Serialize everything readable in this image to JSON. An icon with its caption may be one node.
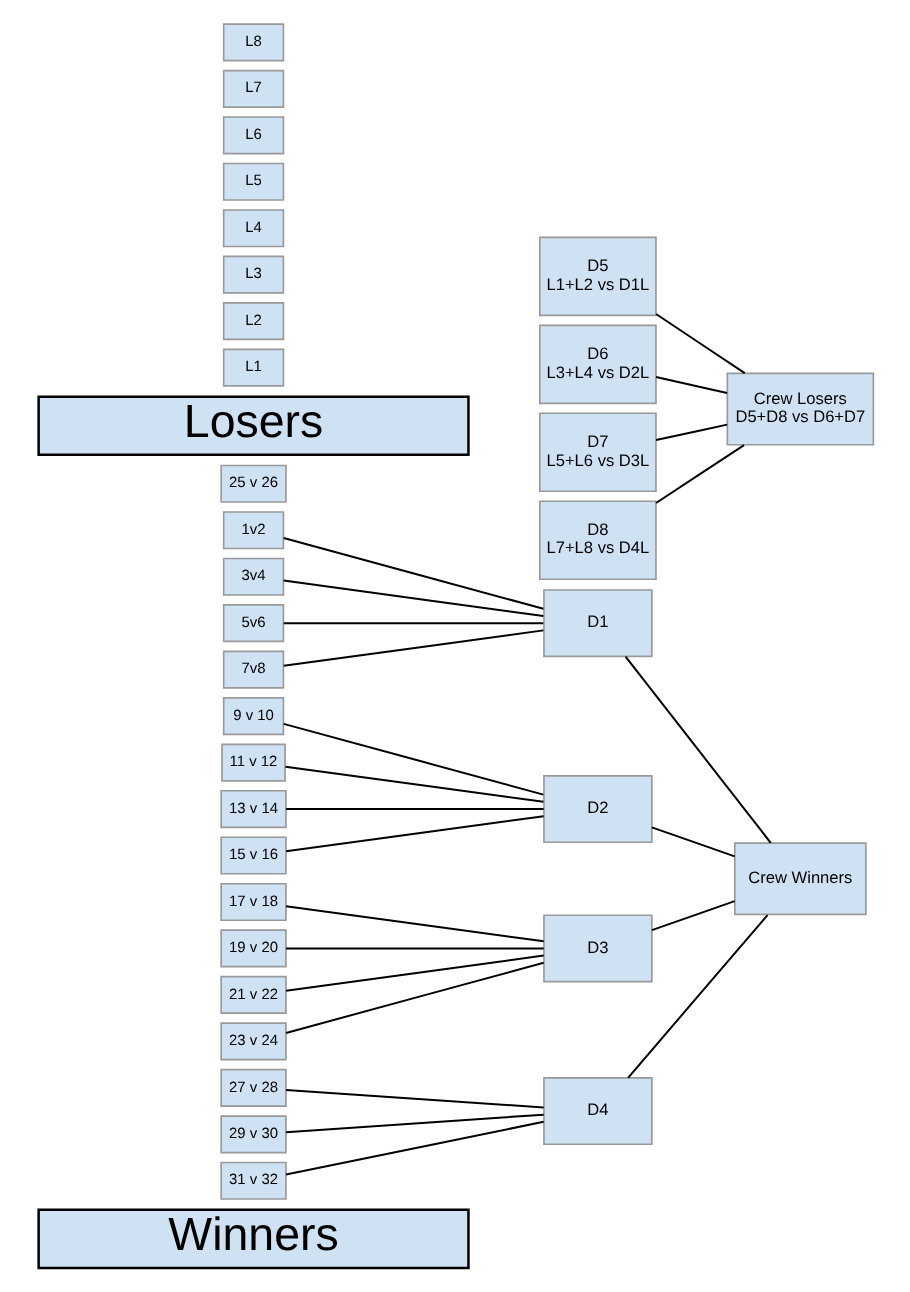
{
  "diagram": {
    "nodes": [
      {
        "text": [
          "Winners"
        ]
      },
      {
        "text": [
          "1v2"
        ]
      },
      {
        "text": [
          "3v4"
        ]
      },
      {
        "text": [
          "5v6"
        ]
      },
      {
        "text": [
          "7v8"
        ]
      },
      {
        "text": [
          "9 v 10"
        ]
      },
      {
        "text": [
          "11 v 12"
        ]
      },
      {
        "text": [
          "13 v 14"
        ]
      },
      {
        "text": [
          "15 v 16"
        ]
      },
      {
        "text": [
          "17 v 18"
        ]
      },
      {
        "text": [
          "19 v 20"
        ]
      },
      {
        "text": [
          "21 v 22"
        ]
      },
      {
        "text": [
          "23 v 24"
        ]
      },
      {
        "text": [
          "25 v 26"
        ]
      },
      {
        "text": [
          "27 v 28"
        ]
      },
      {
        "text": [
          "29 v 30"
        ]
      },
      {
        "text": [
          "31 v 32"
        ]
      },
      {
        "text": [
          "D1"
        ]
      },
      {
        "text": [
          "D2"
        ]
      },
      {
        "text": [
          "D3"
        ]
      },
      {
        "text": [
          "D4"
        ]
      },
      {
        "text": [
          "Crew Winners"
        ]
      },
      {
        "text": [
          "Losers"
        ]
      },
      {
        "text": [
          "L1"
        ]
      },
      {
        "text": [
          "L2"
        ]
      },
      {
        "text": [
          "L3"
        ]
      },
      {
        "text": [
          "L4"
        ]
      },
      {
        "text": [
          "L5"
        ]
      },
      {
        "text": [
          "L6"
        ]
      },
      {
        "text": [
          "L7"
        ]
      },
      {
        "text": [
          "L8"
        ]
      },
      {
        "text": [
          "D5",
          "L1+L2 vs D1L"
        ]
      },
      {
        "text": [
          "D6",
          "L3+L4 vs D2L"
        ]
      },
      {
        "text": [
          "D7",
          "L5+L6 vs D3L"
        ]
      },
      {
        "text": [
          "D8",
          "L7+L8 vs D4L"
        ]
      },
      {
        "text": [
          "Crew Losers",
          "D5+D8 vs D6+D7"
        ]
      }
    ],
    "edges": [
      {
        "from": 1,
        "to": 17,
        "arrow": "none"
      },
      {
        "from": 2,
        "to": 17,
        "arrow": "none"
      },
      {
        "from": 3,
        "to": 17,
        "arrow": "none"
      },
      {
        "from": 4,
        "to": 17,
        "arrow": "none"
      },
      {
        "from": 5,
        "to": 18,
        "arrow": "none"
      },
      {
        "from": 6,
        "to": 18,
        "arrow": "none"
      },
      {
        "from": 7,
        "to": 18,
        "arrow": "none"
      },
      {
        "from": 8,
        "to": 18,
        "arrow": "none"
      },
      {
        "from": 9,
        "to": 19,
        "arrow": "none"
      },
      {
        "from": 10,
        "to": 19,
        "arrow": "none"
      },
      {
        "from": 11,
        "to": 19,
        "arrow": "none"
      },
      {
        "from": 12,
        "to": 19,
        "arrow": "none"
      },
      {
        "from": 14,
        "to": 20,
        "arrow": "none"
      },
      {
        "from": 15,
        "to": 20,
        "arrow": "none"
      },
      {
        "from": 16,
        "to": 20,
        "arrow": "none"
      },
      {
        "from": 17,
        "to": 21,
        "arrow": "none"
      },
      {
        "from": 18,
        "to": 21,
        "arrow": "none"
      },
      {
        "from": 19,
        "to": 21,
        "arrow": "none"
      },
      {
        "from": 20,
        "to": 21,
        "arrow": "none"
      },
      {
        "from": 31,
        "to": 35,
        "arrow": "none"
      },
      {
        "from": 32,
        "to": 35,
        "arrow": "none"
      },
      {
        "from": 33,
        "to": 35,
        "arrow": "none"
      },
      {
        "from": 34,
        "to": 35,
        "arrow": "none"
      }
    ]
  }
}
